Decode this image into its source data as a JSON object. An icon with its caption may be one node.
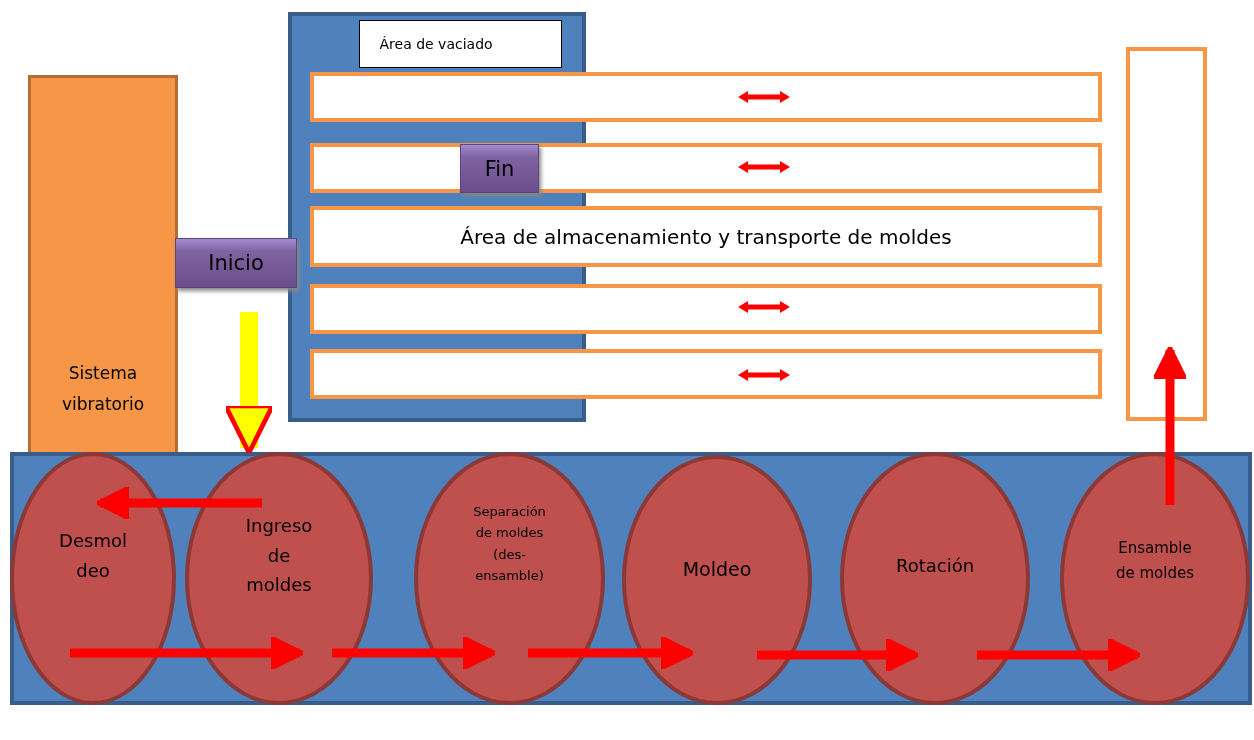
{
  "diagram": {
    "nodes": [
      {
        "text": [
          "Sistema vibratorio"
        ]
      },
      {
        "text": [
          "Área de vaciado"
        ]
      },
      {
        "text": [],
        "shape": "box"
      },
      {
        "text": [],
        "shape": "box"
      },
      {
        "text": [
          "Área de almacenamiento y transporte de moldes"
        ]
      },
      {
        "text": [],
        "shape": "box"
      },
      {
        "text": [],
        "shape": "box"
      },
      {
        "text": [],
        "shape": "box"
      },
      {
        "text": [
          "Inicio"
        ]
      },
      {
        "text": [
          "Fin"
        ]
      },
      {
        "text": [],
        "shape": "box"
      },
      {
        "text": [
          "Desmol deo"
        ],
        "in": 10
      },
      {
        "text": [
          "Ingreso de moldes"
        ],
        "in": 10
      },
      {
        "text": [
          "Separación de moldes (des- ensamble)"
        ],
        "in": 10
      },
      {
        "text": [
          "Moldeo"
        ],
        "in": 10
      },
      {
        "text": [
          "Rotación"
        ],
        "in": 10
      },
      {
        "text": [
          "Ensamble de moldes"
        ],
        "in": 10
      }
    ],
    "edges": [
      {
        "from": 8,
        "to": 10,
        "arrow": "to",
        "style": "thick",
        "color": "#ffff00"
      },
      {
        "from": 12,
        "to": 11,
        "arrow": "to"
      },
      {
        "from": 11,
        "to": 12,
        "arrow": "to"
      },
      {
        "from": 12,
        "to": 13,
        "arrow": "to"
      },
      {
        "from": 13,
        "to": 14,
        "arrow": "to"
      },
      {
        "from": 14,
        "to": 15,
        "arrow": "to"
      },
      {
        "from": 15,
        "to": 16,
        "arrow": "to"
      },
      {
        "from": 16,
        "to": 7,
        "arrow": "to"
      }
    ]
  }
}
